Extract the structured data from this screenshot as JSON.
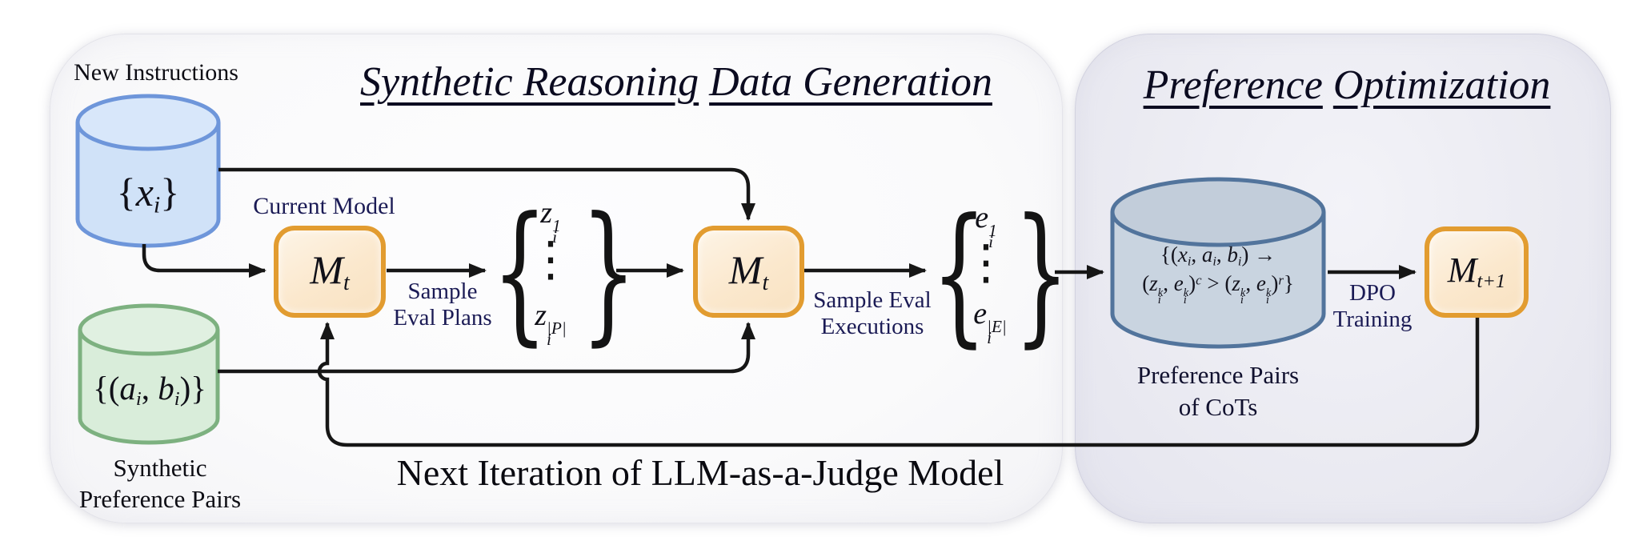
{
  "titles": {
    "left": {
      "part1": "Synthetic Reasoning",
      "part2": "Data Generation"
    },
    "right": {
      "part1": "Preference",
      "part2": "Optimization"
    }
  },
  "labels": {
    "new_instructions": "New Instructions",
    "current_model": "Current Model",
    "sample_eval_plans_1": "Sample",
    "sample_eval_plans_2": "Eval Plans",
    "sample_eval_exec_1": "Sample Eval",
    "sample_eval_exec_2": "Executions",
    "dpo_1": "DPO",
    "dpo_2": "Training",
    "pref_pairs_1": "Preference Pairs",
    "pref_pairs_2": "of CoTs",
    "synth_pairs_1": "Synthetic",
    "synth_pairs_2": "Preference Pairs",
    "next_iteration": "Next Iteration of LLM-as-a-Judge Model"
  },
  "math": {
    "instructions_set": {
      "open": "{",
      "var": "x",
      "sub": "i",
      "close": "}"
    },
    "pairs_set": {
      "open": "{(",
      "var_a": "a",
      "sub_a": "i",
      "comma": ", ",
      "var_b": "b",
      "sub_b": "i",
      "close": ")}"
    },
    "model_t": {
      "var": "M",
      "sub": "t"
    },
    "model_t_next": {
      "var": "M",
      "sub": "t+1"
    },
    "plan_set": {
      "open": "{",
      "close": "}",
      "var": "z",
      "sub": "i",
      "sup_first": "1",
      "sup_last": "|P|",
      "dots": "⋮"
    },
    "exec_set": {
      "open": "{",
      "close": "}",
      "var": "e",
      "sub": "i",
      "sup_first": "1",
      "sup_last": "|E|",
      "dots": "⋮"
    },
    "cot_formula": {
      "l1_open": "{(",
      "l1_x": "x",
      "l1_xi": "i",
      "l1_c1": ", ",
      "l1_a": "a",
      "l1_ai": "i",
      "l1_c2": ", ",
      "l1_b": "b",
      "l1_bi": "i",
      "l1_close": ") →",
      "l2_open": "(",
      "l2_z": "z",
      "l2_zk": "k",
      "l2_zi": "i",
      "l2_comma": ", ",
      "l2_e": "e",
      "l2_ek": "k",
      "l2_ei": "i",
      "l2_close": ")",
      "l2_sup_c": "c",
      "l2_gt": " > ",
      "l2_sup_r": "r",
      "l2_end": "}"
    }
  },
  "colors": {
    "model_border": "#e29c30",
    "model_fill": "#fbe8cd",
    "instructions_fill": "#d0e2f8",
    "instructions_stroke": "#6e96da",
    "pairs_fill": "#d9edda",
    "pairs_stroke": "#7db180",
    "cots_fill": "#c9d4e0",
    "cots_stroke": "#52749c",
    "panel_right_bg": "#eaeaf1",
    "label_navy": "#1b1b55",
    "line": "#161616"
  }
}
